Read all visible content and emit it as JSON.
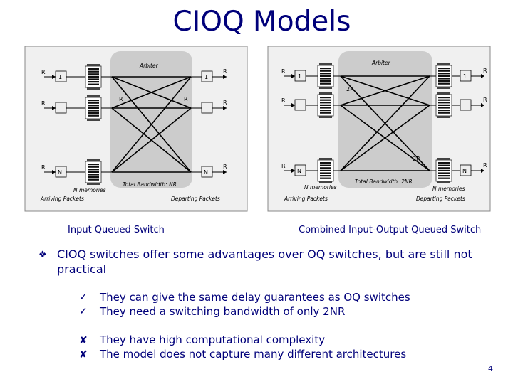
{
  "slide": {
    "title": "CIOQ Models",
    "page_number": "4"
  },
  "input_queued": {
    "arbiter": "Arbiter",
    "rate": "R",
    "port_first": "1",
    "port_last": "N",
    "memories": "N memories",
    "bandwidth": "Total Bandwidth: NR",
    "arriving": "Arriving Packets",
    "departing": "Departing Packets",
    "caption": "Input Queued Switch"
  },
  "combined": {
    "arbiter": "Arbiter",
    "rate": "R",
    "speedup": "2R",
    "port_first": "1",
    "port_last": "N",
    "memories_in": "N memories",
    "memories_out": "N memories",
    "bandwidth": "Total Bandwidth: 2NR",
    "arriving": "Arriving Packets",
    "departing": "Departing Packets",
    "caption": "Combined Input-Output Queued Switch"
  },
  "main_point": "CIOQ switches offer some advantages over OQ switches, but are still not practical",
  "pros": [
    "They can give the same delay guarantees as OQ switches",
    "They need a switching bandwidth of only 2NR"
  ],
  "cons": [
    "They have high computational complexity",
    "The model does not capture many different architectures"
  ],
  "icons": {
    "bullet": "diamond-bullet-icon",
    "pro": "check-icon",
    "con": "cross-icon"
  },
  "colors": {
    "text": "#00007a",
    "panel": "#f0f0f0",
    "arbiter": "#cccccc"
  }
}
